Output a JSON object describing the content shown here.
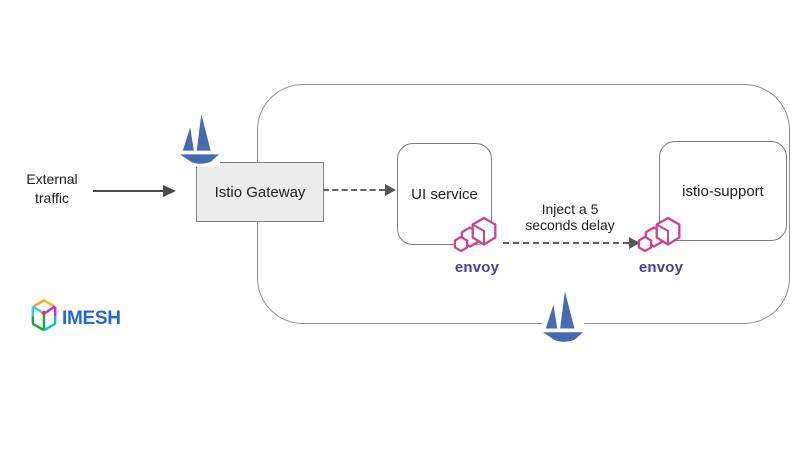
{
  "diagram": {
    "external_traffic_label": "External\ntraffic",
    "gateway_label": "Istio Gateway",
    "ui_service_label": "UI service",
    "istio_support_label": "istio-support",
    "delay_annotation": "Inject a 5\nseconds delay",
    "envoy_label": "envoy"
  },
  "branding": {
    "imesh_label": "IMESH"
  },
  "icons": {
    "istio_sailboat": "istio-sailboat-icon",
    "envoy_hexagons": "envoy-proxy-icon",
    "imesh_cube": "imesh-cube-icon"
  },
  "colors": {
    "istio_blue": "#466BB0",
    "envoy_pink": "#D2418F",
    "envoy_purple": "#4E3D96",
    "imesh_blue": "#2565DE",
    "gateway_fill": "#ECECEC",
    "boundary_border": "#8F8F8F",
    "box_border": "#7E7E7E",
    "arrow_gray": "#4A4A4A",
    "text_dark": "#212121"
  }
}
